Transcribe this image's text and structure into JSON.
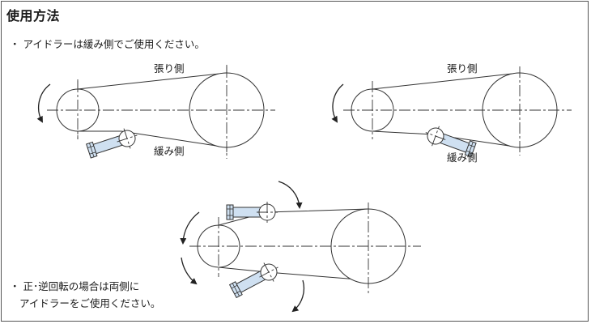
{
  "title": "使用方法",
  "notes": {
    "note1": "・ アイドラーは緩み側でご使用ください。",
    "note2_line1": "・ 正･逆回転の場合は両側に",
    "note2_line2": "アイドラーをご使用ください。"
  },
  "labels": {
    "tight_side": "張り側",
    "slack_side": "緩み側"
  },
  "colors": {
    "idler_body": "#cfe0f1",
    "line": "#333333"
  },
  "icons": [
    "rotation-arrow-icon",
    "idler-icon"
  ]
}
